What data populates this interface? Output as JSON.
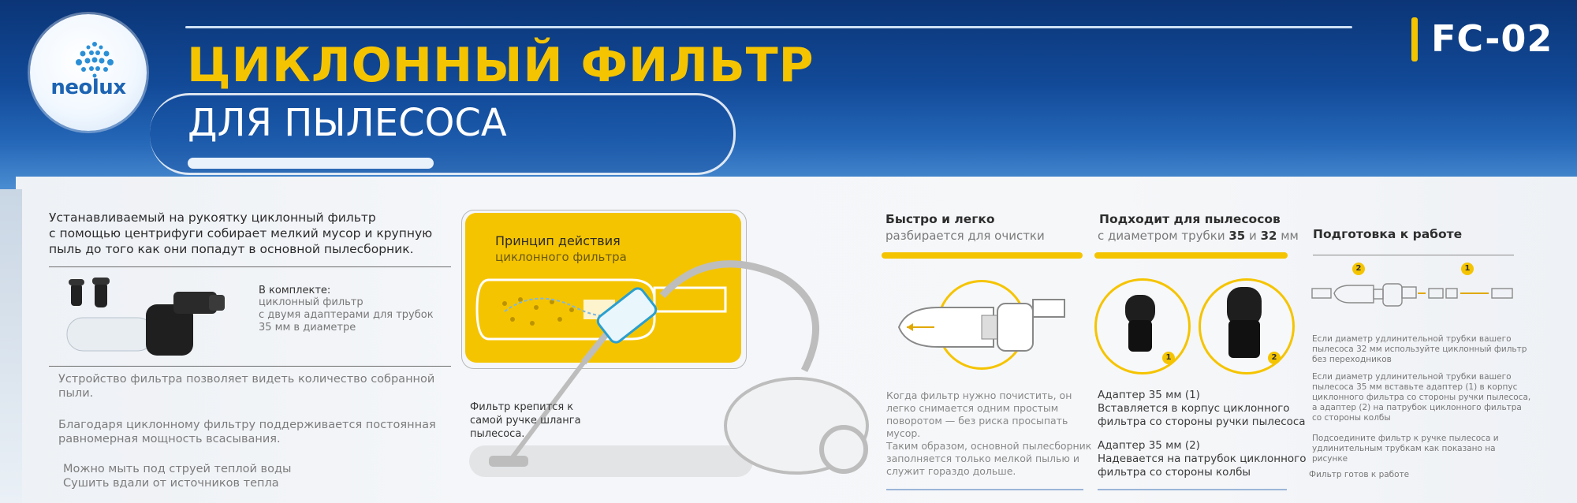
{
  "header": {
    "logo_text": "neolux",
    "title": "ЦИКЛОННЫЙ ФИЛЬТР",
    "subtitle": "ДЛЯ ПЫЛЕСОСА",
    "model": "FC-02"
  },
  "intro": {
    "line1": "Устанавливаемый на рукоятку циклонный фильтр",
    "line2": "с помощью центрифуги собирает мелкий мусор и крупную",
    "line3": "пыль до того как они попадут в основной пылесборник."
  },
  "kit": {
    "heading": "В комплекте:",
    "line1": "циклонный фильтр",
    "line2": "с двумя адаптерами для трубок",
    "line3": " 35 мм в диаметре"
  },
  "features": {
    "p1_line1": "Устройство фильтра позволяет видеть количество собранной",
    "p1_line2": "пыли.",
    "p2_line1": "Благодаря циклонному фильтру поддерживается постоянная",
    "p2_line2": "равномерная мощность всасывания.",
    "p3_line1": "Можно мыть под струей теплой воды",
    "p3_line2": " Сушить вдали от источников тепла"
  },
  "principle": {
    "heading": "Принцип действия",
    "subheading": "циклонного фильтра",
    "mount_line1": "Фильтр крепится к",
    "mount_line2": "самой ручке шланга",
    "mount_line3": "пылесоса."
  },
  "quick": {
    "heading": "Быстро и легко",
    "subheading": "разбирается для очистки",
    "desc_line1": "Когда фильтр нужно почистить, он",
    "desc_line2": "легко снимается одним простым",
    "desc_line3": "поворотом — без риска просыпать",
    "desc_line4": "мусор.",
    "desc_line5": "Таким образом, основной пылесборник",
    "desc_line6": "заполняется только мелкой пылью и",
    "desc_line7": "служит гораздо дольше."
  },
  "fits": {
    "heading": "Подходит для пылесосов",
    "sub_prefix": "с диаметром трубки",
    "d1": "35",
    "sub_and": "и",
    "d2": "32",
    "sub_unit": "мм",
    "badge1": "1",
    "badge2": "2",
    "a1_title": "Адаптер 35 мм (1)",
    "a1_line1": "Вставляется в корпус циклонного",
    "a1_line2": "фильтра со стороны ручки пылесоса",
    "a2_title": "Адаптер 35 мм (2)",
    "a2_line1": "Надевается на патрубок циклонного",
    "a2_line2": "фильтра со стороны колбы"
  },
  "prep": {
    "heading": "Подготовка к работе",
    "badge2": "2",
    "badge1": "1",
    "s1_line1": "Если диаметр удлинительной трубки вашего",
    "s1_line2": "пылесоса 32 мм используйте циклонный фильтр",
    "s1_line3": "без переходников",
    "s2_line1": "Если диаметр удлинительной трубки вашего",
    "s2_line2": "пылесоса 35 мм вставьте адаптер (1) в корпус",
    "s2_line3": "циклонного фильтра со стороны ручки пылесоса,",
    "s2_line4": "а адаптер (2) на патрубок циклонного фильтра",
    "s2_line5": "со стороны колбы",
    "s3_line1": "Подсоедините фильтр к ручке пылесоса и",
    "s3_line2": "удлинительным трубкам как показано на",
    "s3_line3": "рисунке",
    "s4": "Фильтр готов к работе"
  },
  "colors": {
    "accent_yellow": "#f5c400",
    "header_blue": "#124a98"
  }
}
